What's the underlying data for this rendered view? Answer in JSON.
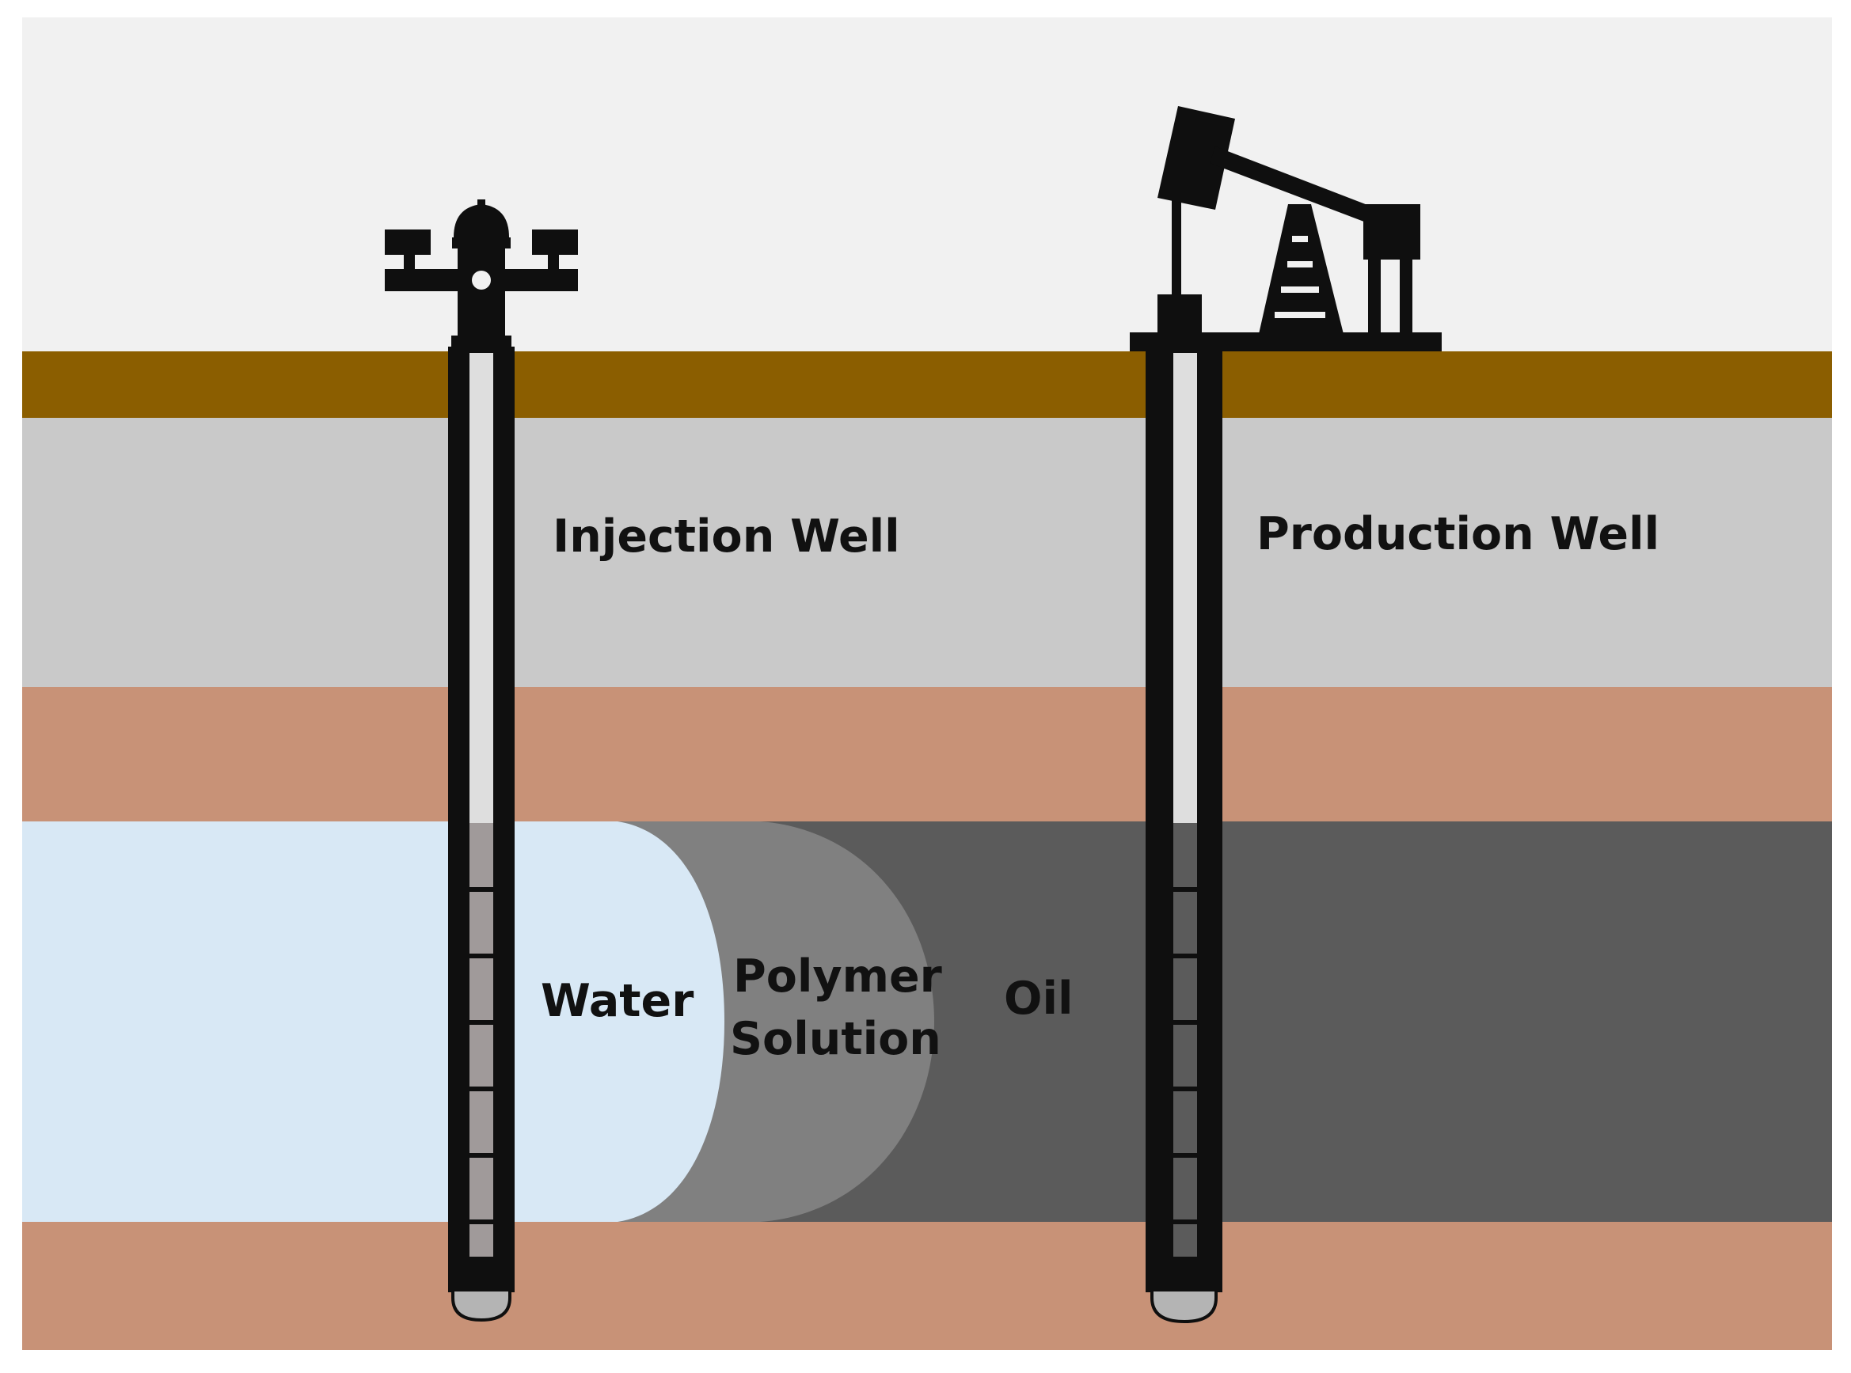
{
  "labels": {
    "injection_well": "Injection Well",
    "production_well": "Production Well",
    "water": "Water",
    "polymer_line1": "Polymer",
    "polymer_line2": "Solution",
    "oil": "Oil"
  },
  "colors": {
    "sky": "#f1f1f1",
    "topsoil": "#8b5e00",
    "gray_rock": "#c9c9c9",
    "clay": "#c89277",
    "water": "#d8e8f5",
    "polymer": "#808080",
    "oil": "#5b5b5b",
    "equipment": "#0f0f0f",
    "casing_inner": "#dedede",
    "perforated": "#a09a9a",
    "well_tip": "#b4b4b4"
  },
  "icons": {
    "injection_wellhead": "christmas-tree-wellhead-icon",
    "production_pump": "pumpjack-icon"
  }
}
